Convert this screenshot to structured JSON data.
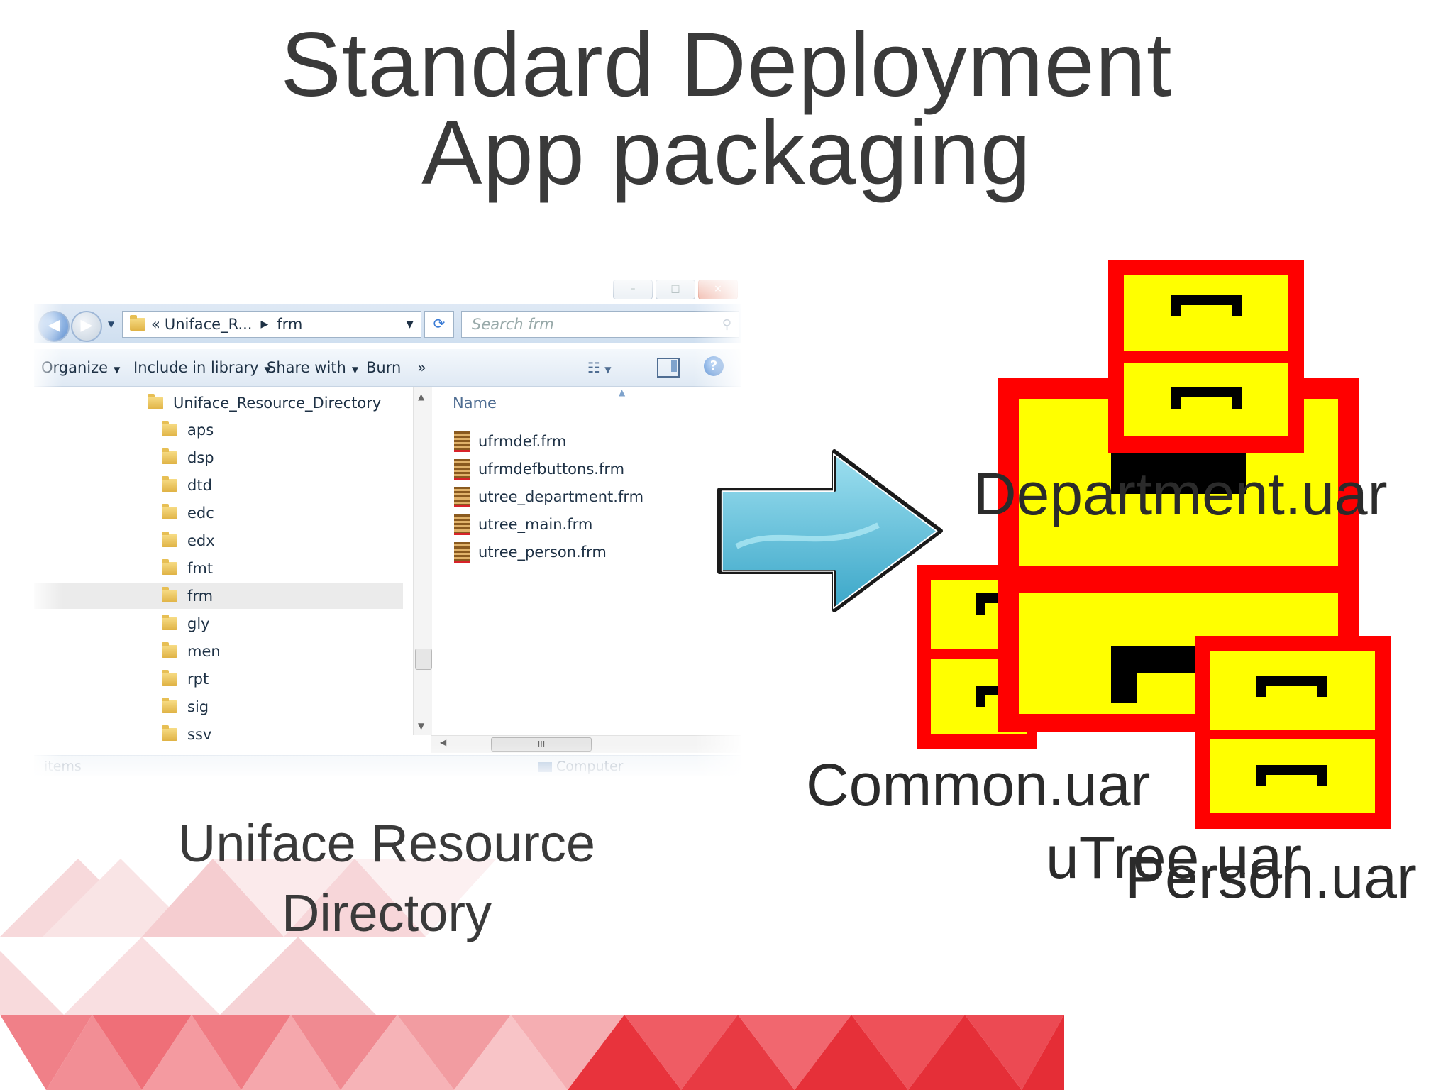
{
  "slide": {
    "title_line1": "Standard Deployment",
    "title_line2": "App packaging",
    "left_caption_line1": "Uniface Resource",
    "left_caption_line2": "Directory",
    "uar_labels": {
      "department": "Department.uar",
      "common": "Common.uar",
      "utree": "uTree.uar",
      "person": "Person.uar"
    },
    "colors": {
      "title": "#3a3a3a",
      "cabinet_red": "#ff0000",
      "cabinet_yellow": "#ffff00",
      "arrow_blue": "#5bbbd7",
      "triangle_red": "#e8333c"
    }
  },
  "explorer": {
    "address": {
      "overflow": "«",
      "crumb1": "Uniface_R...",
      "crumb2": "frm"
    },
    "search_placeholder": "Search frm",
    "toolbar": {
      "organize": "Organize",
      "include": "Include in library",
      "share": "Share with",
      "burn": "Burn",
      "more": "»"
    },
    "nav_root": "Uniface_Resource_Directory",
    "nav_folders": [
      "aps",
      "dsp",
      "dtd",
      "edc",
      "edx",
      "fmt",
      "frm",
      "gly",
      "men",
      "rpt",
      "sig",
      "ssv"
    ],
    "column_header": "Name",
    "files": [
      "ufrmdef.frm",
      "ufrmdefbuttons.frm",
      "utree_department.frm",
      "utree_main.frm",
      "utree_person.frm"
    ],
    "hscroll_label": "III",
    "status_items": "items",
    "status_computer": "Computer",
    "icons": [
      "back-arrow-icon",
      "forward-arrow-icon",
      "folder-icon",
      "refresh-icon",
      "search-icon",
      "view-icon",
      "preview-pane-icon",
      "help-icon",
      "frm-file-icon",
      "computer-icon"
    ]
  }
}
